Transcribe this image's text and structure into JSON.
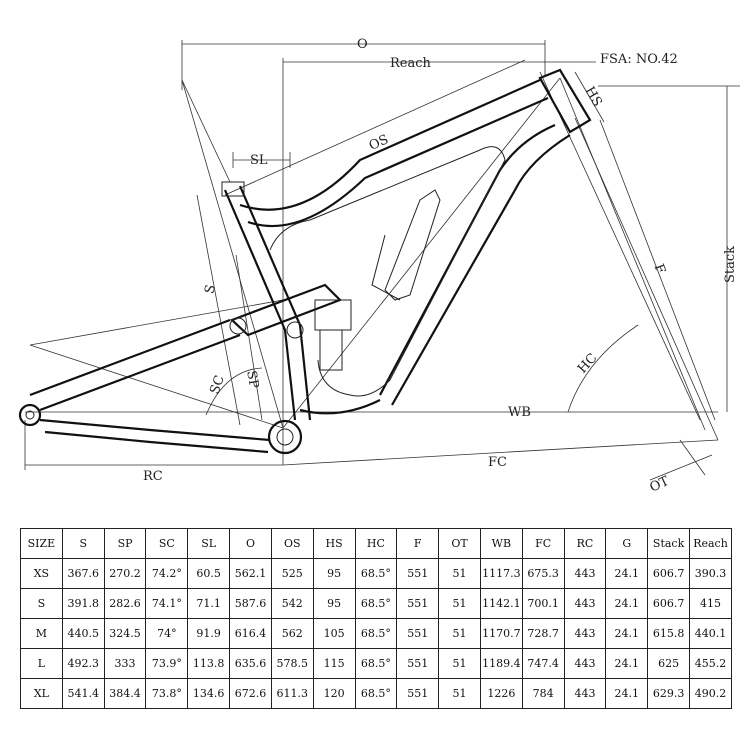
{
  "labels": {
    "O": "O",
    "Reach": "Reach",
    "FSA": "FSA: NO.42",
    "HS": "HS",
    "OS": "OS",
    "SL": "SL",
    "Stack": "Stack",
    "S": "S",
    "F": "F",
    "HC": "HC",
    "SC": "SC",
    "SP": "SP",
    "WB": "WB",
    "FC": "FC",
    "RC": "RC",
    "OT": "OT"
  },
  "table": {
    "headers": [
      "SIZE",
      "S",
      "SP",
      "SC",
      "SL",
      "O",
      "OS",
      "HS",
      "HC",
      "F",
      "OT",
      "WB",
      "FC",
      "RC",
      "G",
      "Stack",
      "Reach"
    ],
    "rows": [
      [
        "XS",
        "367.6",
        "270.2",
        "74.2°",
        "60.5",
        "562.1",
        "525",
        "95",
        "68.5°",
        "551",
        "51",
        "1117.3",
        "675.3",
        "443",
        "24.1",
        "606.7",
        "390.3"
      ],
      [
        "S",
        "391.8",
        "282.6",
        "74.1°",
        "71.1",
        "587.6",
        "542",
        "95",
        "68.5°",
        "551",
        "51",
        "1142.1",
        "700.1",
        "443",
        "24.1",
        "606.7",
        "415"
      ],
      [
        "M",
        "440.5",
        "324.5",
        "74°",
        "91.9",
        "616.4",
        "562",
        "105",
        "68.5°",
        "551",
        "51",
        "1170.7",
        "728.7",
        "443",
        "24.1",
        "615.8",
        "440.1"
      ],
      [
        "L",
        "492.3",
        "333",
        "73.9°",
        "113.8",
        "635.6",
        "578.5",
        "115",
        "68.5°",
        "551",
        "51",
        "1189.4",
        "747.4",
        "443",
        "24.1",
        "625",
        "455.2"
      ],
      [
        "XL",
        "541.4",
        "384.4",
        "73.8°",
        "134.6",
        "672.6",
        "611.3",
        "120",
        "68.5°",
        "551",
        "51",
        "1226",
        "784",
        "443",
        "24.1",
        "629.3",
        "490.2"
      ]
    ]
  }
}
